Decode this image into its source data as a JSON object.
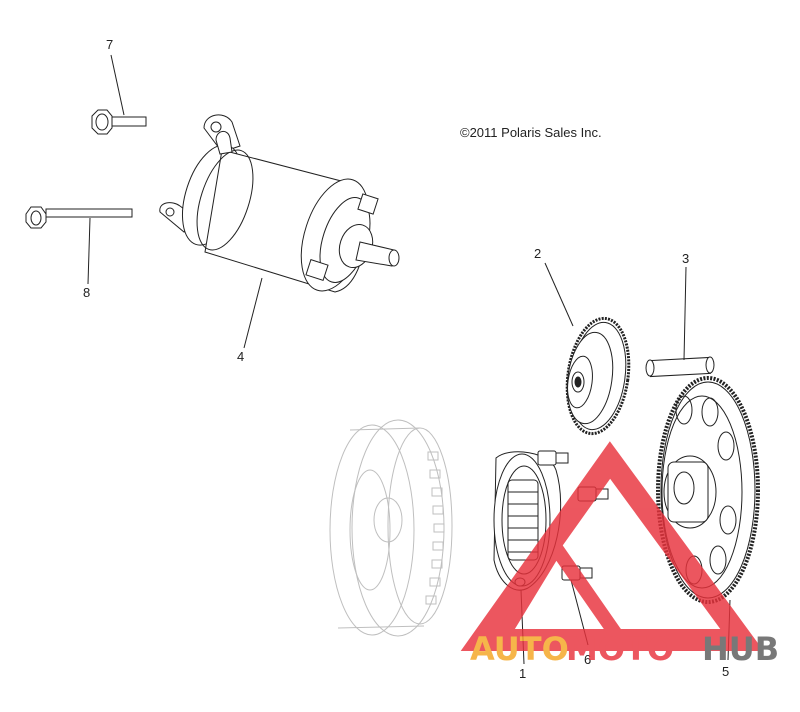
{
  "copyright": "©2011 Polaris Sales Inc.",
  "callouts": {
    "p1": "1",
    "p2": "2",
    "p3": "3",
    "p4": "4",
    "p5": "5",
    "p6": "6",
    "p7": "7",
    "p8": "8"
  },
  "watermark": {
    "auto": "AUTO",
    "moto": "MOTO",
    "hub": "HUB",
    "colors": {
      "orange": "#f5a623",
      "red": "#e8323c",
      "gray": "#5b5b5b"
    }
  },
  "line_color": "#222222",
  "ghost_color": "#bfbfbf"
}
